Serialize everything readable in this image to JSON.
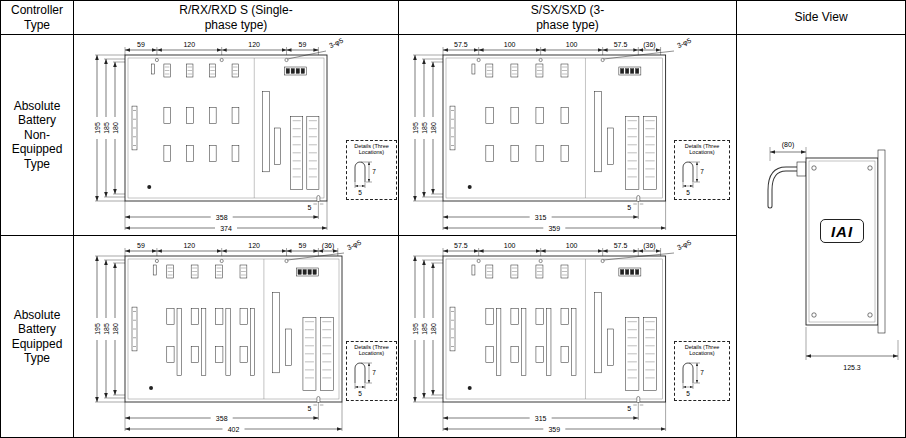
{
  "diagram": {
    "nodes": [
      {
        "text": [
          "Controller Type"
        ]
      },
      {
        "text": [
          "R/RX/RXD S (Single-phase type)"
        ]
      },
      {
        "text": [
          "S/SX/SXD (3-phase type)"
        ]
      },
      {
        "text": [
          "Side View"
        ]
      },
      {
        "text": [
          "Absolute Battery Non-Equipped Type"
        ]
      },
      {
        "text": [
          "59",
          "120",
          "120",
          "59",
          "3-φ5",
          "195",
          "185",
          "180",
          "5",
          "358",
          "374"
        ]
      },
      {
        "text": [
          "Details (Three Locations)",
          "7",
          "5"
        ],
        "in": 5
      },
      {
        "text": [
          "57.5",
          "100",
          "100",
          "57.5",
          "(36)",
          "3-φ5",
          "195",
          "185",
          "180",
          "5",
          "315",
          "359"
        ]
      },
      {
        "text": [
          "Details (Three Locations)",
          "7",
          "5"
        ],
        "in": 7
      },
      {
        "text": [
          "(80)",
          "125.3"
        ]
      },
      {
        "text": [
          "IAI"
        ],
        "in": 9
      },
      {
        "text": [
          "Absolute Battery Equipped Type"
        ]
      },
      {
        "text": [
          "59",
          "120",
          "120",
          "59",
          "(36)",
          "3-φ5",
          "195",
          "185",
          "180",
          "5",
          "358",
          "402"
        ]
      },
      {
        "text": [
          "Details (Three Locations)",
          "7",
          "5"
        ],
        "in": 12
      },
      {
        "text": [
          "57.5",
          "100",
          "100",
          "57.5",
          "(36)",
          "3-φ5",
          "195",
          "185",
          "180",
          "5",
          "315",
          "359"
        ]
      },
      {
        "text": [
          "Details (Three Locations)",
          "7",
          "5"
        ],
        "in": 14
      }
    ]
  }
}
